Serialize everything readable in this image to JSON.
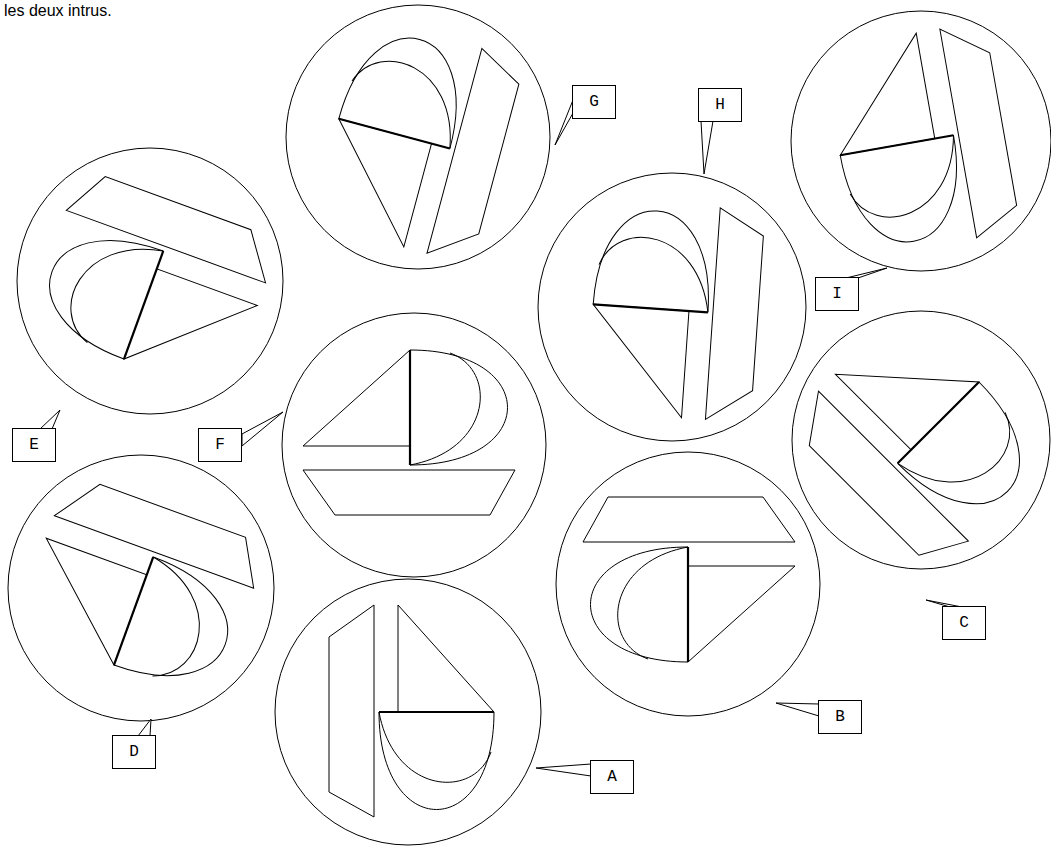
{
  "diagram": {
    "nodes": [
      {
        "text": [
          "G"
        ]
      },
      {
        "text": [
          "H"
        ]
      },
      {
        "text": [
          "I"
        ]
      },
      {
        "text": [
          "E"
        ]
      },
      {
        "text": [
          "F"
        ]
      },
      {
        "text": [
          "C"
        ]
      },
      {
        "text": [
          "B"
        ]
      },
      {
        "text": [
          "D"
        ]
      },
      {
        "text": [
          "A"
        ]
      }
    ],
    "labels": [
      "les deux intrus."
    ]
  }
}
